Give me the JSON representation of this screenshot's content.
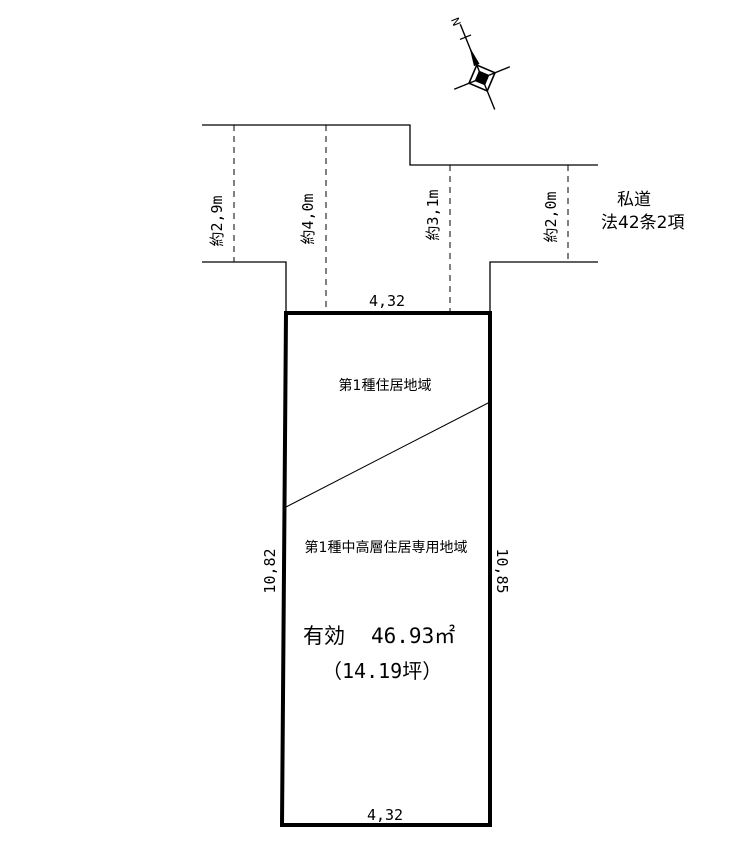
{
  "road": {
    "label_line1": "私道",
    "label_line2": "法42条2項",
    "widths": [
      "約2,9m",
      "約4,0m",
      "約3,1m",
      "約2,0m"
    ]
  },
  "lot": {
    "frontage_top": "4,32",
    "frontage_bottom": "4,32",
    "side_left": "10,82",
    "side_right": "10,85",
    "zone_upper": "第1種住居地域",
    "zone_lower": "第1種中高層住居専用地域",
    "area_label": "有効",
    "area_value": "46.93㎡",
    "area_tsubo": "（14.19坪）"
  },
  "compass": {
    "north_label": "N"
  }
}
